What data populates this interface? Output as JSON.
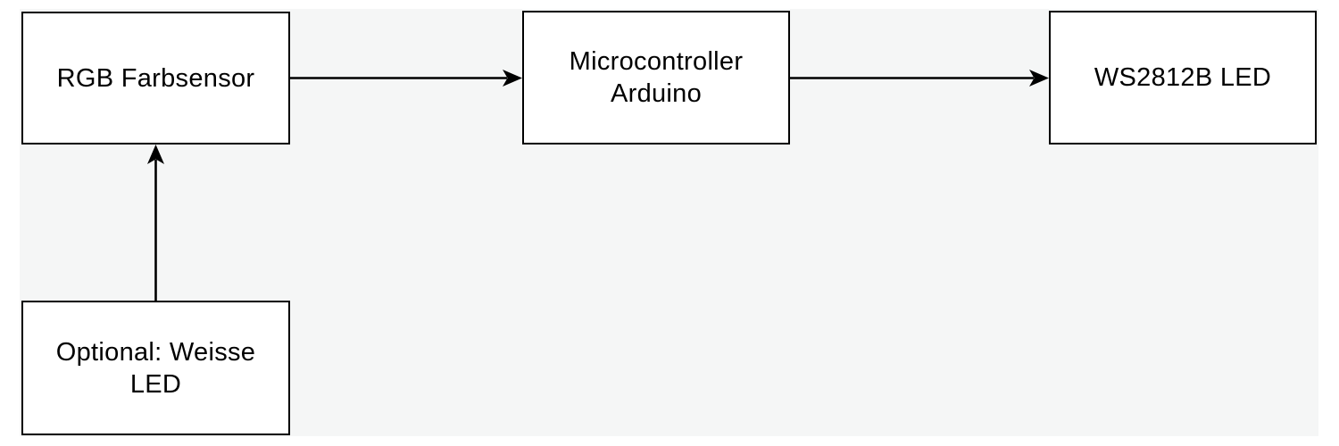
{
  "diagram": {
    "type": "flowchart",
    "colors": {
      "page_background": "#ffffff",
      "canvas_background": "#f5f6f6",
      "node_fill": "#ffffff",
      "node_border": "#000000",
      "edge_stroke": "#000000",
      "text": "#000000"
    },
    "nodes": [
      {
        "id": "rgb-farbsensor",
        "label": "RGB Farbsensor",
        "lines": [
          "RGB Farbsensor"
        ]
      },
      {
        "id": "microcontroller",
        "label": "Microcontroller Arduino",
        "lines": [
          "Microcontroller",
          "Arduino"
        ]
      },
      {
        "id": "ws2812b-led",
        "label": "WS2812B LED",
        "lines": [
          "WS2812B LED"
        ]
      },
      {
        "id": "optional-weisse-led",
        "label": "Optional: Weisse LED",
        "lines": [
          "Optional: Weisse",
          "LED"
        ]
      }
    ],
    "edges": [
      {
        "from": "rgb-farbsensor",
        "to": "microcontroller",
        "direction": "right"
      },
      {
        "from": "microcontroller",
        "to": "ws2812b-led",
        "direction": "right"
      },
      {
        "from": "optional-weisse-led",
        "to": "rgb-farbsensor",
        "direction": "up"
      }
    ]
  }
}
